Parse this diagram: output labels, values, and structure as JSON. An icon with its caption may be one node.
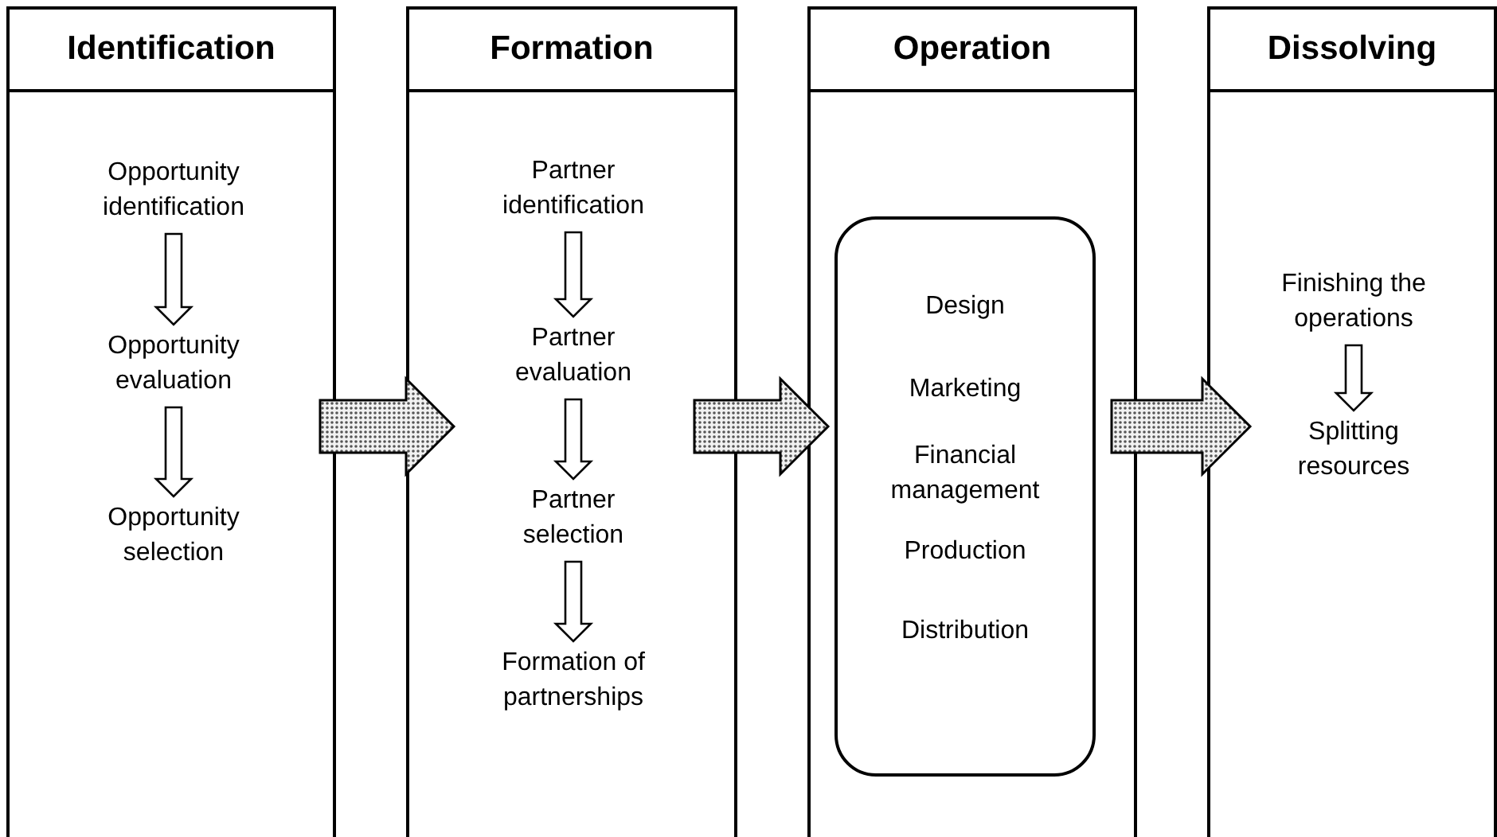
{
  "diagram": {
    "nodes": [
      {
        "text": [
          "Identification"
        ]
      },
      {
        "text": [
          "Opportunity identification"
        ],
        "in": 0
      },
      {
        "text": [
          "Opportunity evaluation"
        ],
        "in": 0
      },
      {
        "text": [
          "Opportunity selection"
        ],
        "in": 0
      },
      {
        "text": [
          "Formation"
        ]
      },
      {
        "text": [
          "Partner identification"
        ],
        "in": 4
      },
      {
        "text": [
          "Partner evaluation"
        ],
        "in": 4
      },
      {
        "text": [
          "Partner selection"
        ],
        "in": 4
      },
      {
        "text": [
          "Formation of partnerships"
        ],
        "in": 4
      },
      {
        "text": [
          "Operation"
        ]
      },
      {
        "text": [
          "Design",
          "Marketing",
          "Financial management",
          "Production",
          "Distribution"
        ],
        "in": 9
      },
      {
        "text": [
          "Dissolving"
        ]
      },
      {
        "text": [
          "Finishing the operations"
        ],
        "in": 11
      },
      {
        "text": [
          "Splitting resources"
        ],
        "in": 11
      }
    ],
    "edges": [
      {
        "from": 1,
        "to": 2,
        "arrow": "to"
      },
      {
        "from": 2,
        "to": 3,
        "arrow": "to"
      },
      {
        "from": 5,
        "to": 6,
        "arrow": "to"
      },
      {
        "from": 6,
        "to": 7,
        "arrow": "to"
      },
      {
        "from": 7,
        "to": 8,
        "arrow": "to"
      },
      {
        "from": 12,
        "to": 13,
        "arrow": "to"
      },
      {
        "from": 0,
        "to": 4,
        "arrow": "to",
        "style": "thick"
      },
      {
        "from": 4,
        "to": 9,
        "arrow": "to",
        "style": "thick"
      },
      {
        "from": 9,
        "to": 11,
        "arrow": "to",
        "style": "thick"
      }
    ]
  }
}
